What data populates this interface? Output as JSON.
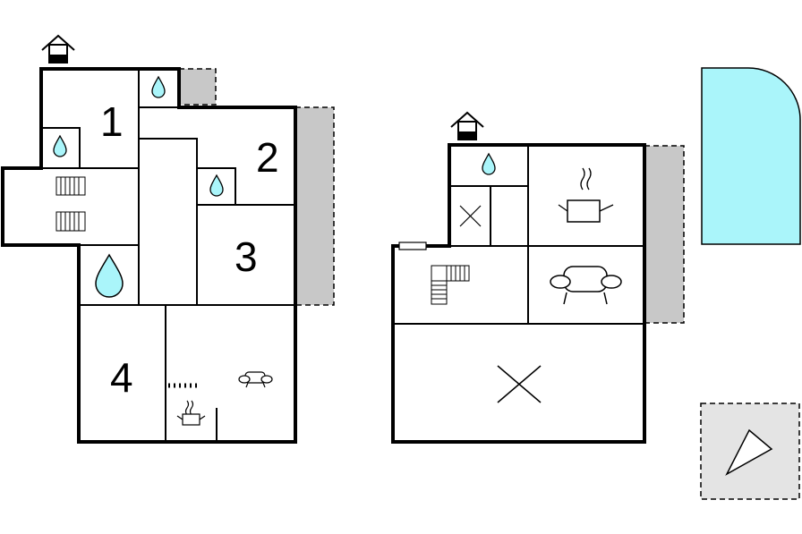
{
  "floor_plan": {
    "ground_floor": {
      "room_labels": [
        "1",
        "2",
        "3",
        "4"
      ]
    },
    "upper_floor": {
      "rooms": [
        "bathroom",
        "kitchen",
        "storage",
        "staircase",
        "living-room",
        "open-space"
      ]
    },
    "colors": {
      "water": "#aaf5fa",
      "terrace": "#c8c8c8",
      "wall": "#000000",
      "background": "#ffffff",
      "compass_box": "#e4e4e4"
    },
    "icons": [
      "entrance-icon",
      "water-drop-icon",
      "bed-icon",
      "stairs-icon",
      "cooking-pot-icon",
      "sofa-icon",
      "cross-icon",
      "compass-arrow-icon"
    ]
  }
}
